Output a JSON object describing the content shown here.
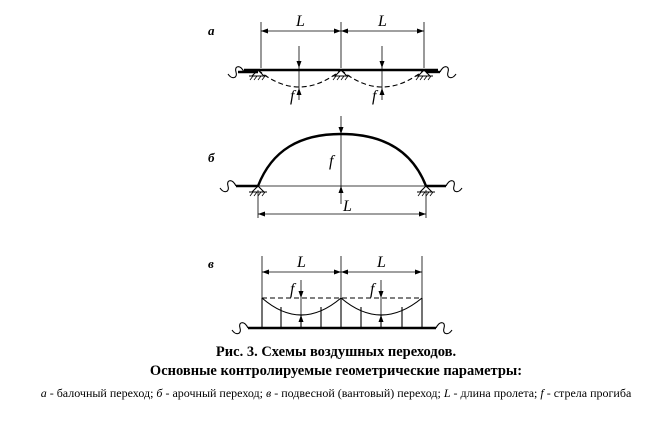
{
  "figure": {
    "panels": [
      {
        "key": "a",
        "label": "а",
        "span_label": "L",
        "deflection_label": "f"
      },
      {
        "key": "b",
        "label": "б",
        "span_label": "L",
        "deflection_label": "f"
      },
      {
        "key": "v",
        "label": "в",
        "span_label": "L",
        "deflection_label": "f"
      }
    ]
  },
  "caption": {
    "title_line1": "Рис. 3. Схемы воздушных переходов.",
    "title_line2": "Основные контролируемые геометрические параметры:",
    "legend": [
      {
        "sym": "а",
        "text": " - балочный переход; "
      },
      {
        "sym": "б",
        "text": " - арочный переход; "
      },
      {
        "sym": "в",
        "text": " - подвесной (вантовый) переход; "
      },
      {
        "sym": "L",
        "text": " - длина пролета; "
      },
      {
        "sym": "f",
        "text": " - стрела прогиба"
      }
    ]
  }
}
